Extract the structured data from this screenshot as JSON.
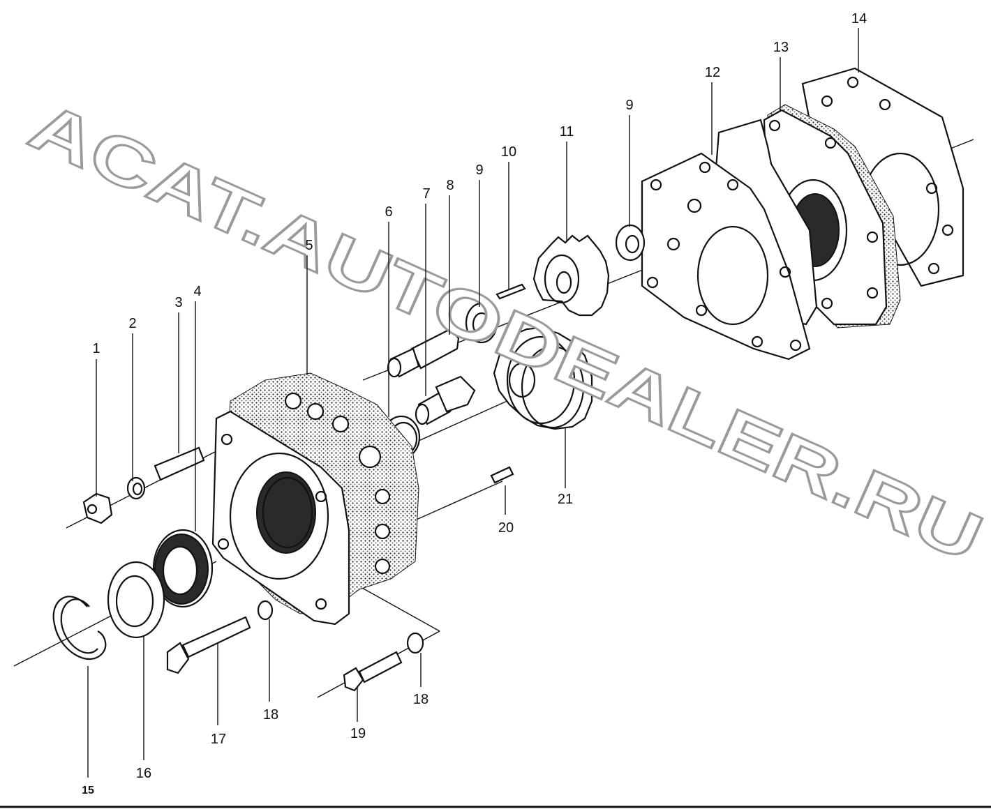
{
  "watermark": "ACAT.AUTODEALER.RU",
  "callouts": {
    "c1": "1",
    "c2": "2",
    "c3": "3",
    "c4": "4",
    "c5": "5",
    "c6": "6",
    "c7": "7",
    "c8": "8",
    "c9a": "9",
    "c9b": "9",
    "c10": "10",
    "c11": "11",
    "c12": "12",
    "c13": "13",
    "c14": "14",
    "c15": "15",
    "c16": "16",
    "c17": "17",
    "c18a": "18",
    "c18b": "18",
    "c19": "19",
    "c20": "20",
    "c21": "21"
  },
  "colors": {
    "ink": "#111111",
    "watermark_outline": "#9a9a9a",
    "background": "#ffffff"
  }
}
